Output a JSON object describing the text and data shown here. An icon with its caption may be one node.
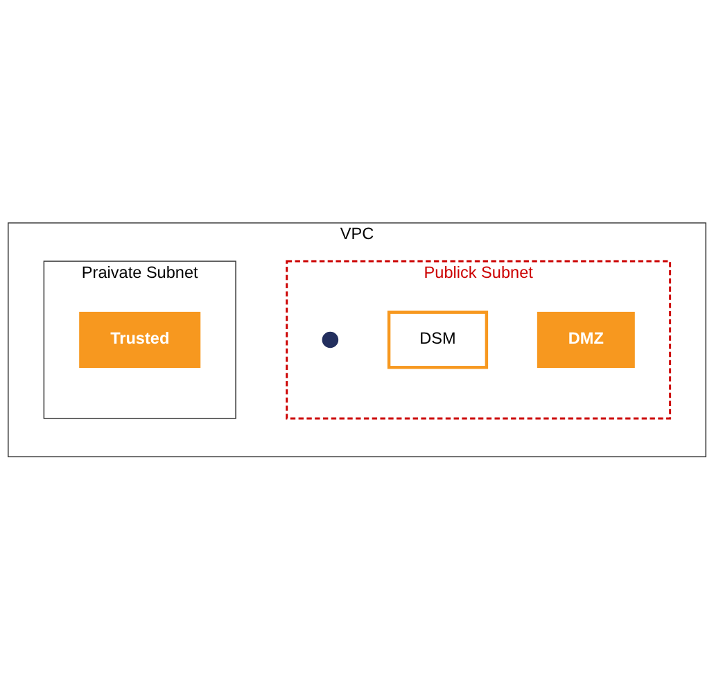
{
  "diagram": {
    "nodes": [
      {
        "text": [
          "VPC"
        ]
      },
      {
        "text": [
          "Publick Subnet"
        ],
        "in": 0
      },
      {
        "text": [],
        "shape": "circle",
        "in": 1
      },
      {
        "text": [
          "DSM"
        ],
        "in": 1
      },
      {
        "text": [
          "DMZ"
        ],
        "in": 1
      },
      {
        "text": [
          "Praivate Subnet"
        ],
        "in": 0
      },
      {
        "text": [
          "Trusted"
        ],
        "in": 5
      }
    ],
    "edges": []
  }
}
